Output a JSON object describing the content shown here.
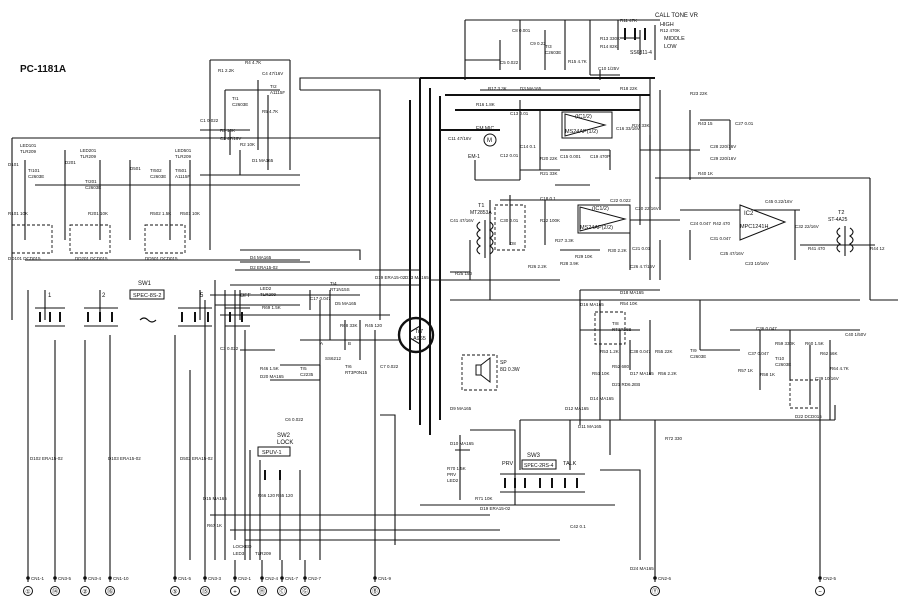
{
  "title": "PC-1181A",
  "highlight": {
    "ref": "Tr7",
    "part": "A965"
  },
  "labels": {
    "ic1a": "(IC1/2)",
    "ic1a_part": "MS24AP(1/2)",
    "ic1b": "(IC1/2)",
    "ic1b_part": "MS24AP(2/2)",
    "ic2": "IC2",
    "ic2_part": "MPC1241H",
    "sw1": "SW1",
    "sw1_part": "SPEC-8S-2",
    "sw2": "SW2",
    "sw2_name": "LOCK",
    "sw2_part": "SPUV-1",
    "sw3": "SW3",
    "sw3_part": "SPEC-2RS-4",
    "prv": "PRV",
    "talk": "TALK",
    "call_tone": "CALL TONE VR",
    "high": "HIGH",
    "middle": "MIDDLE",
    "low": "LOW",
    "sw_part": "SS6311-4",
    "off": "OFF",
    "sw1_pos1": "1",
    "sw1_pos2": "2",
    "sw1_pos5": "5",
    "a": "A",
    "b": "B",
    "em": "EM-1",
    "em_mic": "EM MIC",
    "mic": "M",
    "sp": "SP",
    "sp_spec": "8Ω 0.3W",
    "t1": "T1",
    "t1_part": "MT2853A",
    "t2": "T2",
    "t2_part": "ST-4A25",
    "tr7_tag": "Tr7",
    "led501": "LED501",
    "led501_part": "TLR209",
    "led201": "LED201",
    "led201_part": "TLR209",
    "led101": "LED101",
    "led101_part": "TLR209",
    "led2": "LED2",
    "led2_part": "TLR209",
    "led3": "LED3",
    "led3_part": "TLR209",
    "locked": "LOCKED",
    "tr501": "Tr501",
    "tr502": "Tr502",
    "tr201": "Tr201",
    "tr101": "Tr101",
    "tr1": "Tr1",
    "tr2": "Tr2",
    "tr3": "Tr3",
    "tr4": "Tr4",
    "tr5": "Tr5",
    "tr6": "Tr6",
    "tr8": "Tr8",
    "tr9": "Tr9",
    "tr10": "Tr10",
    "d101": "D101",
    "d201": "D201",
    "d501": "D501",
    "r501": "R501 10K",
    "r502": "R502 1.5K",
    "r201": "R201 10K",
    "r101": "R101 10K",
    "r1": "R1 2.2K",
    "r2": "R2 10K",
    "r3": "R3 10K",
    "r4": "R4 4.7K",
    "r5": "R5 4.7K",
    "r11": "R11 47K",
    "r12": "R12 470K",
    "r13": "R13 330K",
    "r14": "R14 82K",
    "r15": "R15 4.7K",
    "r16": "R16 1.8K",
    "r17": "R17 3.3K",
    "r18": "R18 22K",
    "r20": "R20 22K",
    "r21": "R21 33K",
    "r22": "R22 100K",
    "r23": "R23 22K",
    "r24": "R24 33K",
    "r25": "R25 150",
    "r26": "R26 2.2K",
    "r27": "R27 3.3K",
    "r28": "R28 3.9K",
    "r29": "R29 10K",
    "r30": "R30 2.2K",
    "r35": "R35 1.5K",
    "r36": "R36 3.9K",
    "r40": "R40 1K",
    "r41": "R41 470",
    "r42": "R42 470",
    "r43": "R43 15",
    "r44": "R44 12",
    "r45": "R45 120",
    "r46": "R46 1.5K",
    "r51": "R51 10K",
    "r52": "R52 680",
    "r53": "R53 1.2K",
    "r54": "R54 10K",
    "r55": "R55 22K",
    "r56": "R56 2.2K",
    "r57": "R57 1K",
    "r58": "R58 1K",
    "r59": "R59 330K",
    "r60": "R60 1.5K",
    "r61": "R61 22K",
    "r62": "R62 56K",
    "r63": "R63 1K",
    "r64": "R64 4.7K",
    "r65": "R65 120",
    "r66": "R66 120",
    "r67": "R67 1K",
    "r68": "R68 33K",
    "r69": "R69 1.5K",
    "r70": "R70 1.5K",
    "r71": "R71 10K",
    "r72": "R72 330",
    "c1": "C1 0.022",
    "c2": "C2 47/16V",
    "c3": "C3 0.022",
    "c4": "C4 47/16V",
    "c5": "C5 0.022",
    "c6": "C6 0.022",
    "c7": "C7 0.022",
    "c8": "C8 0.001",
    "c9": "C9 0.22",
    "c10": "C10 1/25V",
    "c11": "C11 47/16V",
    "c12": "C12 0.01",
    "c13": "C13 0.01",
    "c14": "C14 0.1",
    "c15": "C15 0.001",
    "c16": "C16 33/16V",
    "c17": "C17 0.047",
    "c18": "C18 0.1",
    "c19": "C19 470P",
    "c20": "C20 22/16V",
    "c21": "C21 0.01",
    "c22": "C22 0.022",
    "c23": "C23 10/16V",
    "c24": "C24 0.047",
    "c25": "C25 47/16V",
    "c26": "C26 4.7/16V",
    "c27": "C27 0.01",
    "c28": "C28 220/16V",
    "c29": "C29 220/16V",
    "c30": "C30 0.01",
    "c31": "C31 0.047",
    "c32": "C32 22/16V",
    "c33": "C33 47/16V",
    "c34": "C34 0.047",
    "c35": "C35 0.047",
    "c36": "C36 0.047",
    "c37": "C37 0.047",
    "c38": "C38 0.047",
    "c39": "C39 10/16V",
    "c40": "C40 1/50V",
    "c41": "C41 47/16V",
    "c42": "C42 0.1",
    "c43": "C43 22/16V",
    "c44": "C44 47/16V",
    "c45": "C45 0.22/16V",
    "c46": "C46 22/16V",
    "d1": "D1 MA165",
    "d2": "D2 ERA15-02",
    "d3": "D3 MA165",
    "d4": "D4 MA165",
    "d5": "D5 MA165",
    "d6": "D6 MA165",
    "d8": "D8",
    "d9": "D9 MA165",
    "d10": "D10 MA165",
    "d11": "D11 MA165",
    "d12": "D12 MA165",
    "d13": "D13 MA165",
    "d14": "D14 MA165",
    "d15": "D15 MA165",
    "d16": "D16 MA165",
    "d17": "D17 MA165",
    "d18": "D18 MA165",
    "d19": "D19 ERA15-02",
    "d20": "D20 MA165",
    "d21": "D21 RD6.2EB",
    "d22": "D22 DCD015",
    "d24": "D24 MA165",
    "d25": "D25 MA165",
    "d102": "D102 ERA15-02",
    "d103": "D103 ERA15-02",
    "d502": "D502 ERA15-02",
    "dd101": "DD101 DCD015",
    "dd201": "DD201 DCD015",
    "dd501": "DD501 DCD015",
    "ss": "SS6212",
    "tr6_part": "RT3P0N15",
    "tr5_part": "C2235",
    "tr8_part": "RT3P26B",
    "tr9_part": "C2603E",
    "tr10_part": "C2603E",
    "tr2_part": "A1115F",
    "tr1_part": "C2603E",
    "tr3_part": "C2603E",
    "tr4_part": "RT1N15S",
    "tr501_part": "A1115F",
    "tr502_part": "C2603E",
    "tr201_part": "C2603E",
    "tr101_part": "C2603E",
    "pin9": "9",
    "pin10": "10",
    "pin11": "11",
    "pin12": "12",
    "pin13": "13",
    "pin14": "14",
    "pin2": "2",
    "pin3": "3",
    "pin4": "4",
    "pin5": "5",
    "pin6": "6",
    "pin7": "7",
    "pin8": "8",
    "pin1": "1"
  },
  "connectors": [
    {
      "name": "CN1-1",
      "sym": "①"
    },
    {
      "name": "CN3-5",
      "sym": "⑭"
    },
    {
      "name": "CN3-4",
      "sym": "②"
    },
    {
      "name": "CN1-10",
      "sym": "⑯"
    },
    {
      "name": "CN1-5",
      "sym": "⑤"
    },
    {
      "name": "CN3-3",
      "sym": "⑮"
    },
    {
      "name": "CN2-1",
      "sym": "+"
    },
    {
      "name": "CN2-4",
      "sym": "Ⓗ"
    },
    {
      "name": "CN1-7",
      "sym": "Ⓒ"
    },
    {
      "name": "CN2-7",
      "sym": "Ⓖ"
    },
    {
      "name": "CN1-9",
      "sym": "Ⓑ"
    },
    {
      "name": "CN2-6",
      "sym": "Ⓨ"
    },
    {
      "name": "CN2-5",
      "sym": "−"
    }
  ]
}
